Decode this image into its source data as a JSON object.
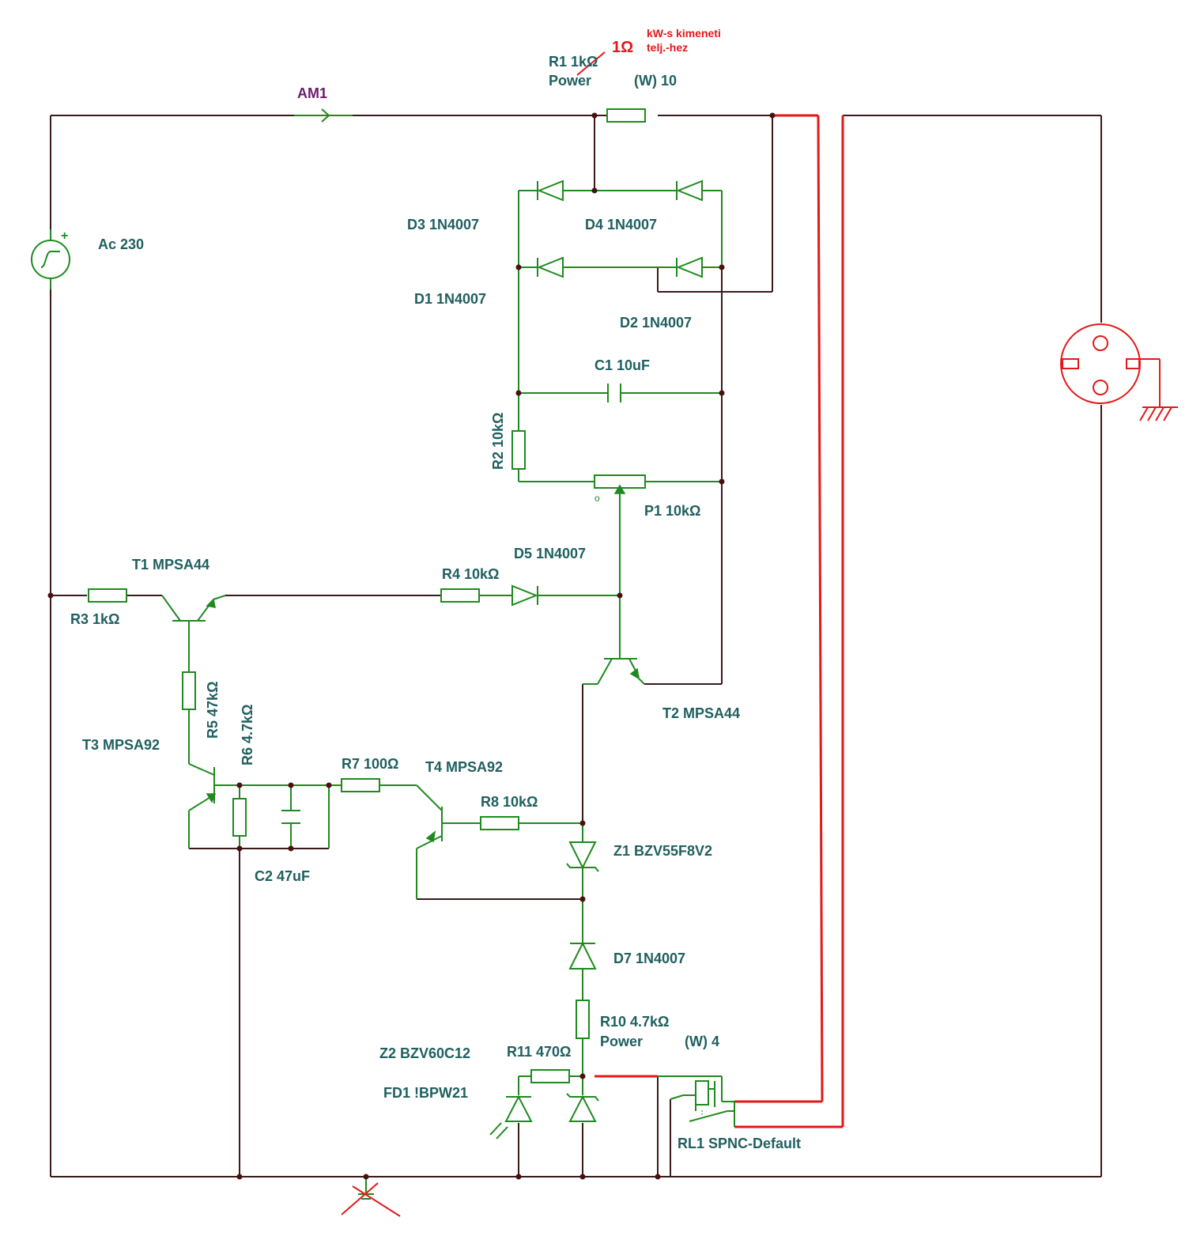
{
  "components": {
    "r1": {
      "name": "R1 1kΩ",
      "type": "Power",
      "rating": "(W) 10",
      "replacement": "1Ω"
    },
    "note": {
      "line1": "kW-s kimeneti",
      "line2": "telj.-hez"
    },
    "am1": "AM1",
    "source": "Ac 230",
    "source_plus": "+",
    "d1": "D1 1N4007",
    "d2": "D2 1N4007",
    "d3": "D3 1N4007",
    "d4": "D4 1N4007",
    "c1": "C1 10uF",
    "r2": "R2 10kΩ",
    "p1": "P1 10kΩ",
    "p1_mark": "o",
    "d5": "D5 1N4007",
    "t1": "T1 MPSA44",
    "r4": "R4 10kΩ",
    "r3": "R3 1kΩ",
    "t2": "T2 MPSA44",
    "r5": "R5 47kΩ",
    "r6": "R6 4.7kΩ",
    "t3": "T3 MPSA92",
    "r7": "R7 100Ω",
    "t4": "T4 MPSA92",
    "r8": "R8 10kΩ",
    "c2": "C2 47uF",
    "z1": "Z1 BZV55F8V2",
    "d7": "D7 1N4007",
    "r10": {
      "name": "R10 4.7kΩ",
      "type": "Power",
      "rating": "(W) 4"
    },
    "z2": "Z2 BZV60C12",
    "r11": "R11 470Ω",
    "fd1": "FD1 !BPW21",
    "rl1": "RL1 SPNC-Default"
  },
  "colors": {
    "wire": "#3a1a1a",
    "component": "#1f8a1f",
    "label": "#1f5f5f",
    "modification": "#e41818",
    "ammeter_label": "#6a1a6a"
  }
}
